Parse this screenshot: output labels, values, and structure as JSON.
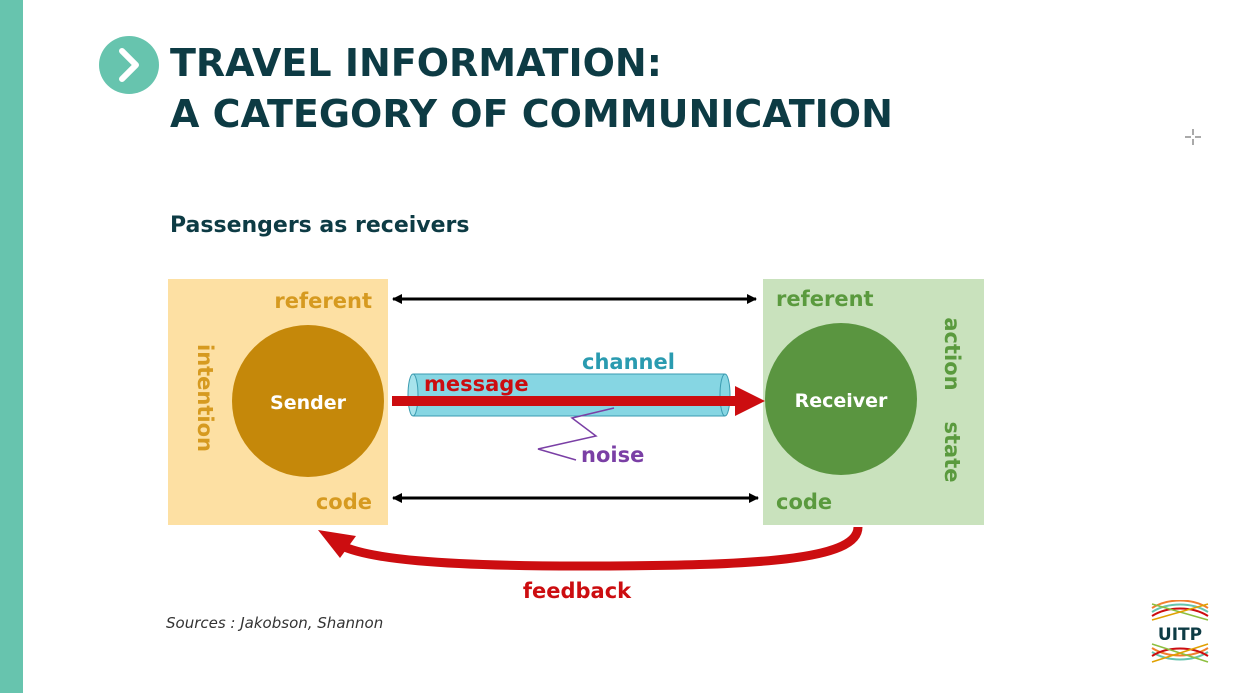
{
  "slide": {
    "title_line1": "TRAVEL INFORMATION:",
    "title_line2": "A CATEGORY OF COMMUNICATION",
    "subtitle": "Passengers as receivers",
    "source": "Sources : Jakobson, Shannon"
  },
  "diagram": {
    "sender": {
      "label": "Sender",
      "referent": "referent",
      "intention": "intention",
      "code": "code"
    },
    "receiver": {
      "label": "Receiver",
      "referent": "referent",
      "action": "action",
      "state": "state",
      "code": "code"
    },
    "channel": "channel",
    "message": "message",
    "noise": "noise",
    "feedback": "feedback"
  },
  "logo": {
    "text": "UITP"
  },
  "colors": {
    "accent_bar": "#67c4ae",
    "title": "#0d3b44",
    "sender_box": "#fde0a3",
    "sender_circle": "#c5880a",
    "sender_text": "#d69a20",
    "receiver_box": "#c9e2bd",
    "receiver_circle": "#5a9540",
    "receiver_text": "#5a9a3e",
    "channel": "#86d6e3",
    "channel_text": "#2a9bb0",
    "message_red": "#cc0d10",
    "noise": "#7a3fa5"
  }
}
